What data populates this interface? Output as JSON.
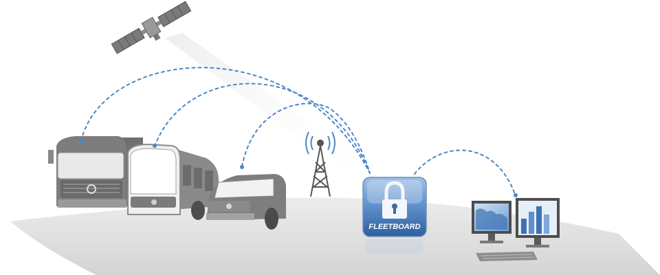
{
  "brand": {
    "logo_text": "FLEETBOARD",
    "accent_color": "#4a7fc1",
    "link_color": "#4a86c8"
  },
  "nodes": [
    {
      "id": "satellite",
      "icon": "satellite-icon"
    },
    {
      "id": "truck",
      "icon": "truck-icon"
    },
    {
      "id": "bus",
      "icon": "bus-icon"
    },
    {
      "id": "van",
      "icon": "van-icon"
    },
    {
      "id": "tower",
      "icon": "radio-tower-icon"
    },
    {
      "id": "secure-server",
      "icon": "lock-icon"
    },
    {
      "id": "workstation",
      "icon": "computer-monitors-icon"
    }
  ],
  "links": [
    {
      "from": "truck",
      "to": "secure-server",
      "style": "dashed-dots"
    },
    {
      "from": "bus",
      "to": "secure-server",
      "style": "dashed-dots"
    },
    {
      "from": "van",
      "to": "secure-server",
      "style": "dashed-dots"
    },
    {
      "from": "secure-server",
      "to": "workstation",
      "style": "dashed-dots"
    }
  ]
}
